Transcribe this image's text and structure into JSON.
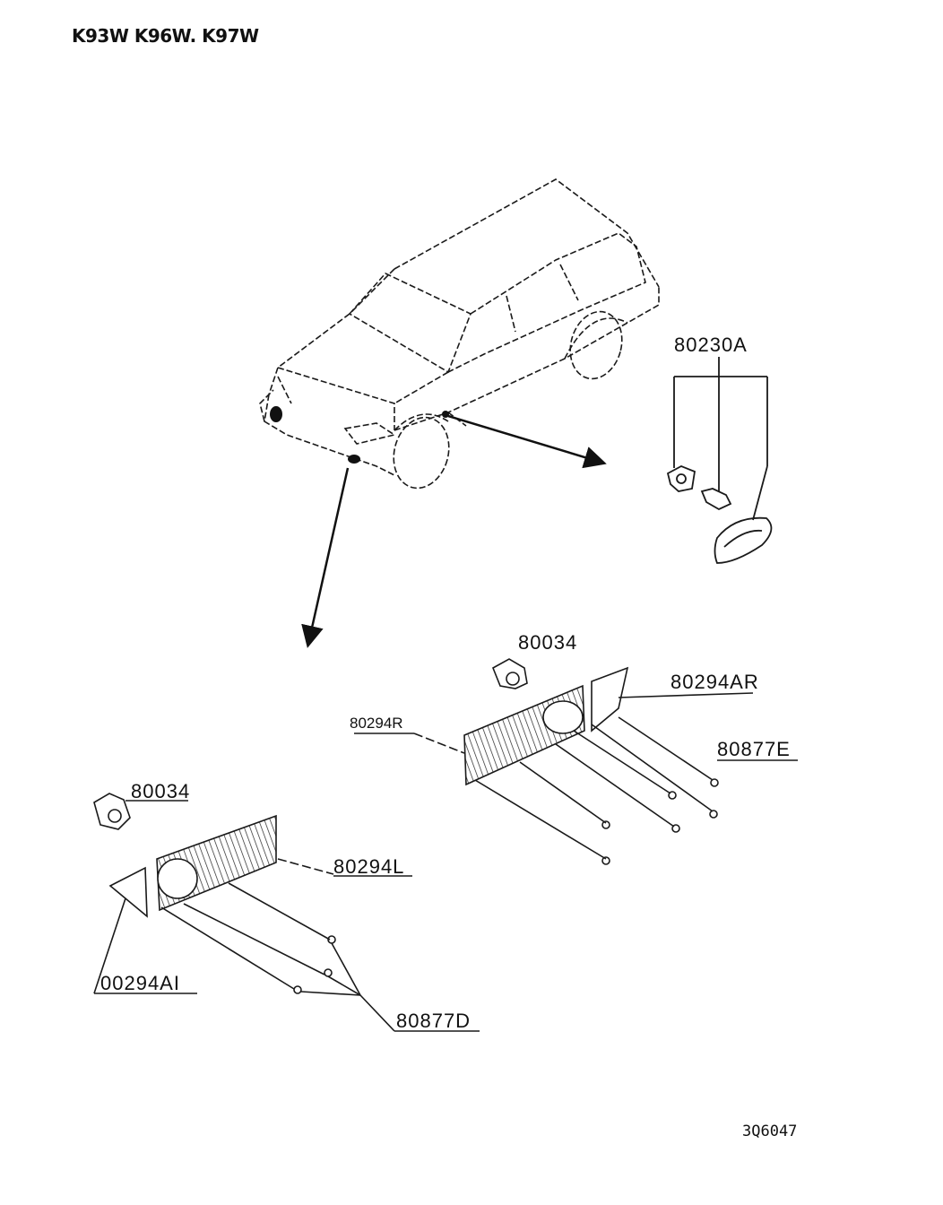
{
  "header": {
    "model_code": "K93W K96W. K97W"
  },
  "footer": {
    "figure_code": "3Q6047"
  },
  "callouts": {
    "side_marker": "80230A",
    "cap_right": "80034",
    "trim_right_fog": "80294AR",
    "fog_right": "80294R",
    "clip_right": "80877E",
    "cap_left": "80034",
    "fog_left": "80294L",
    "trim_left_fog": "00294AI",
    "clip_left": "80877D"
  },
  "colors": {
    "line": "#1a1a1a",
    "background": "#ffffff"
  }
}
